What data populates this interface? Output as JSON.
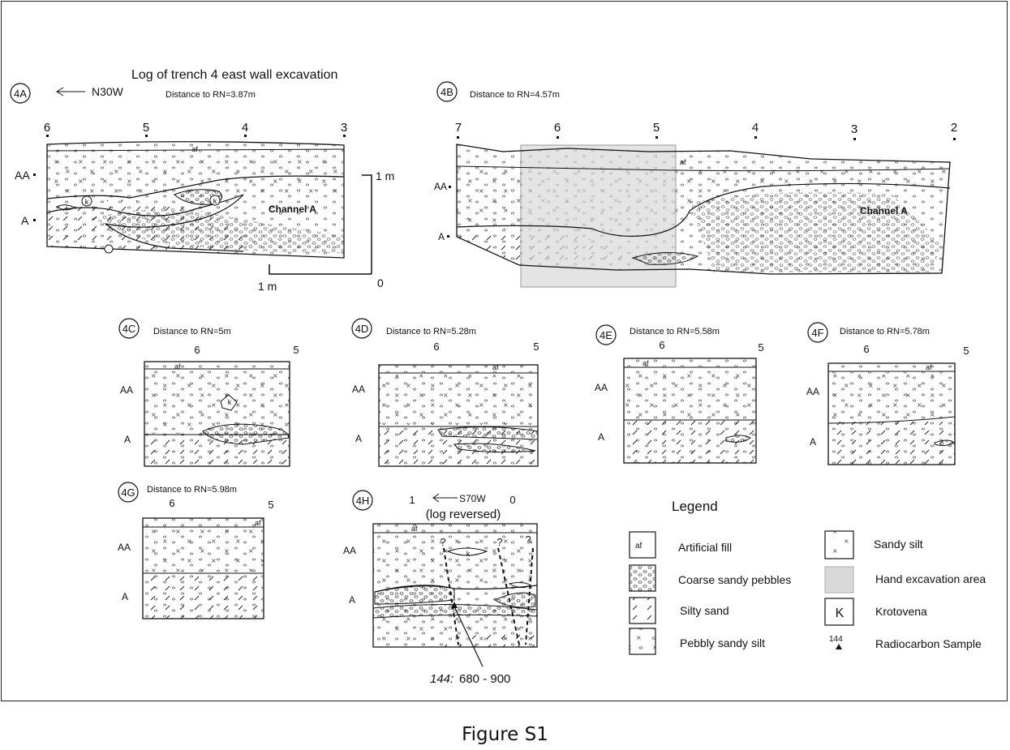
{
  "title": "Log of trench 4 east wall excavation",
  "figure_caption": "Figure S1",
  "common": {
    "aa": "AA",
    "a": "A",
    "af": "af",
    "k": "k",
    "channel_a": "Channel A",
    "q": "?"
  },
  "panel_4a": {
    "id": "4A",
    "direction": "N30W",
    "distance": "Distance to RN=3.87m",
    "ticks": [
      "6",
      "5",
      "4",
      "3"
    ],
    "scale_v": "1 m",
    "scale_h": "1 m",
    "scale_zero": "0"
  },
  "panel_4b": {
    "id": "4B",
    "distance": "Distance to RN=4.57m",
    "ticks": [
      "7",
      "6",
      "5",
      "4",
      "3",
      "2"
    ]
  },
  "panel_4c": {
    "id": "4C",
    "distance": "Distance to RN=5m",
    "ticks": [
      "6",
      "5"
    ]
  },
  "panel_4d": {
    "id": "4D",
    "distance": "Distance to RN=5.28m",
    "ticks": [
      "6",
      "5"
    ]
  },
  "panel_4e": {
    "id": "4E",
    "distance": "Distance to RN=5.58m",
    "ticks": [
      "6",
      "5"
    ]
  },
  "panel_4f": {
    "id": "4F",
    "distance": "Distance to RN=5.78m",
    "ticks": [
      "6",
      "5"
    ]
  },
  "panel_4g": {
    "id": "4G",
    "distance": "Distance to RN=5.98m",
    "ticks": [
      "6",
      "5"
    ]
  },
  "panel_4h": {
    "id": "4H",
    "ticks": [
      "1",
      "0"
    ],
    "direction": "S70W",
    "note": "(log reversed)",
    "sample_id": "144:",
    "sample_age": "680 - 900"
  },
  "legend": {
    "title": "Legend",
    "items": [
      {
        "swatch": "af",
        "label": "Artificial fill"
      },
      {
        "swatch": "coarse-pebbles",
        "label": "Coarse sandy pebbles"
      },
      {
        "swatch": "silty-sand",
        "label": "Silty sand"
      },
      {
        "swatch": "pebbly-silt",
        "label": "Pebbly sandy silt"
      },
      {
        "swatch": "sandy-silt",
        "label": "Sandy silt"
      },
      {
        "swatch": "hand-excavation",
        "label": "Hand excavation area"
      },
      {
        "swatch": "krotovena",
        "label": "Krotovena"
      },
      {
        "swatch": "radiocarbon",
        "label": "Radiocarbon Sample"
      }
    ],
    "af_swatch_text": "af",
    "k_swatch_text": "K",
    "radiocarbon_code": "144"
  },
  "colors": {
    "line": "#111111",
    "hand_excavation": "#d9d9d9"
  }
}
